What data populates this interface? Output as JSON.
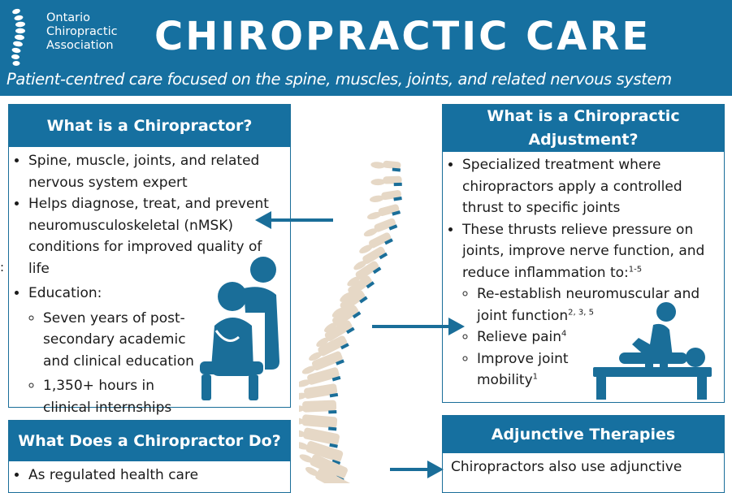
{
  "header": {
    "org_lines": [
      "Ontario",
      "Chiropractic",
      "Association"
    ],
    "title": "CHIROPRACTIC CARE",
    "subtitle": "Patient-centred care focused on the spine, muscles,  joints, and related nervous system"
  },
  "what_is_chiropractor": {
    "heading": "What is a Chiropractor?",
    "bullets": [
      "Spine, muscle, joints, and related nervous system expert",
      "Helps diagnose, treat, and prevent neuromusculoskeletal (nMSK) conditions for improved quality of life",
      "Education:"
    ],
    "education": [
      "Seven years of post-secondary academic and clinical education",
      "1,350+ hours in clinical internships"
    ]
  },
  "adjustment": {
    "heading_line1": "What is a Chiropractic",
    "heading_line2": "Adjustment?",
    "bullet1": "Specialized treatment where chiropractors apply a controlled thrust to specific joints",
    "bullet2": "These thrusts relieve pressure on joints, improve nerve function, and reduce inflammation to:",
    "bullet2_ref": "1-5",
    "sub": [
      {
        "text": "Re-establish neuromuscular and joint function",
        "ref": "2, 3, 5"
      },
      {
        "text": "Relieve pain",
        "ref": "4"
      },
      {
        "text": "Improve joint mobility",
        "ref": "1"
      }
    ]
  },
  "what_does": {
    "heading": "What Does a Chiropractor Do?",
    "bullet1": "As regulated health care"
  },
  "adjunctive": {
    "heading": "Adjunctive Therapies",
    "text": "Chiropractors also use adjunctive"
  },
  "stray_mark": ":",
  "colors": {
    "brand_blue": "#1670a0",
    "arrow_blue": "#1a6e99",
    "icon_blue": "#1a6e99",
    "vertebra": "#e6d8c6",
    "disc": "#1a6e99"
  }
}
